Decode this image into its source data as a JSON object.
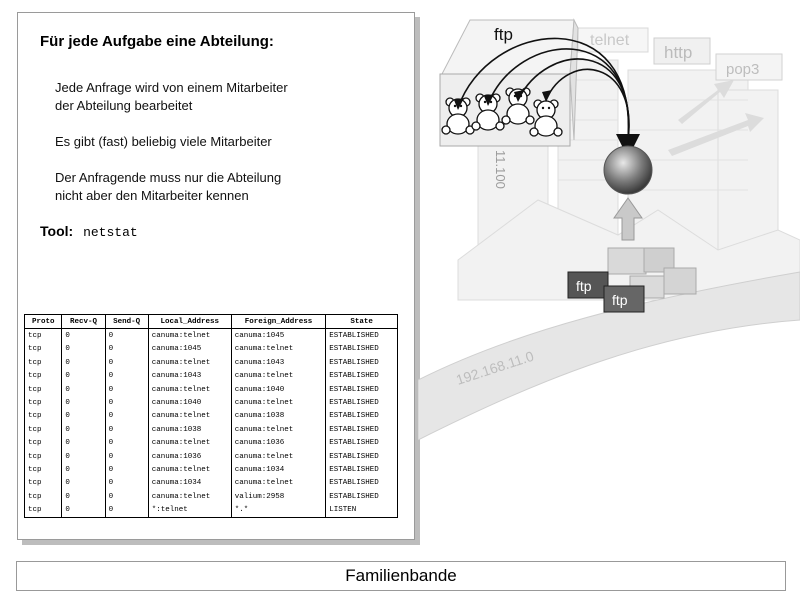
{
  "slide": {
    "heading": "Für jede Aufgabe eine Abteilung:",
    "points": [
      [
        "Jede Anfrage wird von einem Mitarbeiter",
        "der Abteilung bearbeitet"
      ],
      [
        "Es gibt (fast) beliebig viele Mitarbeiter"
      ],
      [
        "Der Anfragende muss nur die Abteilung",
        "nicht aber den Mitarbeiter kennen"
      ]
    ],
    "tool_label": "Tool:",
    "tool_command": "netstat",
    "footer": "Familienbande"
  },
  "netstat": {
    "headers": [
      "Proto",
      "Recv-Q",
      "Send-Q",
      "Local_Address",
      "Foreign_Address",
      "State"
    ],
    "rows": [
      [
        "tcp",
        "0",
        "0",
        "canuma:telnet",
        "canuma:1045",
        "ESTABLISHED"
      ],
      [
        "tcp",
        "0",
        "0",
        "canuma:1045",
        "canuma:telnet",
        "ESTABLISHED"
      ],
      [
        "tcp",
        "0",
        "0",
        "canuma:telnet",
        "canuma:1043",
        "ESTABLISHED"
      ],
      [
        "tcp",
        "0",
        "0",
        "canuma:1043",
        "canuma:telnet",
        "ESTABLISHED"
      ],
      [
        "tcp",
        "0",
        "0",
        "canuma:telnet",
        "canuma:1040",
        "ESTABLISHED"
      ],
      [
        "tcp",
        "0",
        "0",
        "canuma:1040",
        "canuma:telnet",
        "ESTABLISHED"
      ],
      [
        "tcp",
        "0",
        "0",
        "canuma:telnet",
        "canuma:1038",
        "ESTABLISHED"
      ],
      [
        "tcp",
        "0",
        "0",
        "canuma:1038",
        "canuma:telnet",
        "ESTABLISHED"
      ],
      [
        "tcp",
        "0",
        "0",
        "canuma:telnet",
        "canuma:1036",
        "ESTABLISHED"
      ],
      [
        "tcp",
        "0",
        "0",
        "canuma:1036",
        "canuma:telnet",
        "ESTABLISHED"
      ],
      [
        "tcp",
        "0",
        "0",
        "canuma:telnet",
        "canuma:1034",
        "ESTABLISHED"
      ],
      [
        "tcp",
        "0",
        "0",
        "canuma:1034",
        "canuma:telnet",
        "ESTABLISHED"
      ],
      [
        "tcp",
        "0",
        "0",
        "canuma:telnet",
        "valium:2958",
        "ESTABLISHED"
      ],
      [
        "tcp",
        "0",
        "0",
        "*:telnet",
        "*.*",
        "LISTEN"
      ]
    ]
  },
  "illustration": {
    "service_labels": [
      "ftp",
      "telnet",
      "http",
      "pop3"
    ],
    "port_number": "11.100",
    "ip_address": "192.168.11.0",
    "client_labels": [
      "ftp",
      "ftp"
    ],
    "colors": {
      "bear": "#ffffff",
      "sphere": "#7a7a7a",
      "arrow": "#111111",
      "road": "#e6e6e6"
    }
  }
}
